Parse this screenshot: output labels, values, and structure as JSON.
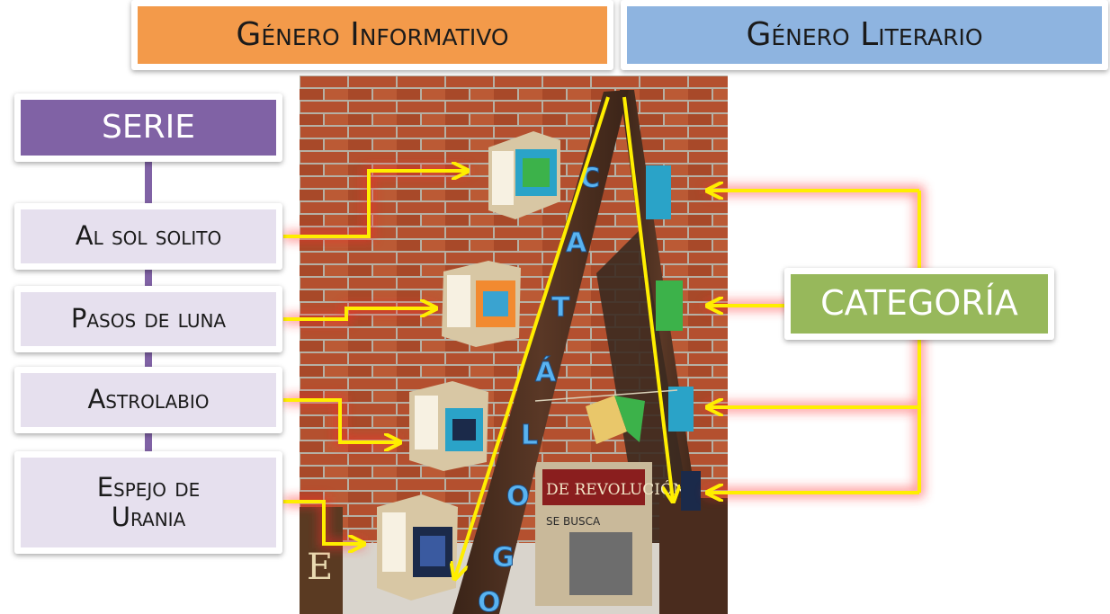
{
  "header": {
    "genero_informativo": "Género Informativo",
    "genero_literario": "Género Literario"
  },
  "serie": {
    "title": "SERIE",
    "items": [
      {
        "label": "Al sol solito"
      },
      {
        "label": "Pasos de luna"
      },
      {
        "label": "Astrolabio"
      },
      {
        "label": "Espejo de Urania"
      }
    ]
  },
  "categoria": {
    "label": "CATEGORÍA"
  },
  "photo": {
    "spine_letters": [
      "C",
      "A",
      "T",
      "Á",
      "L",
      "O",
      "G",
      "O"
    ],
    "book_title": "DE REVOLUCIÓN",
    "book_subtitle": "SE BUSCA",
    "left_book_letter": "E"
  },
  "colors": {
    "orange": "#f39a4a",
    "blue": "#8eb4e0",
    "purple": "#8062a5",
    "lavender": "#e6e0ee",
    "green": "#97b85b",
    "arrow_yellow": "#ffee00",
    "glow_red": "#ff2a2a"
  }
}
